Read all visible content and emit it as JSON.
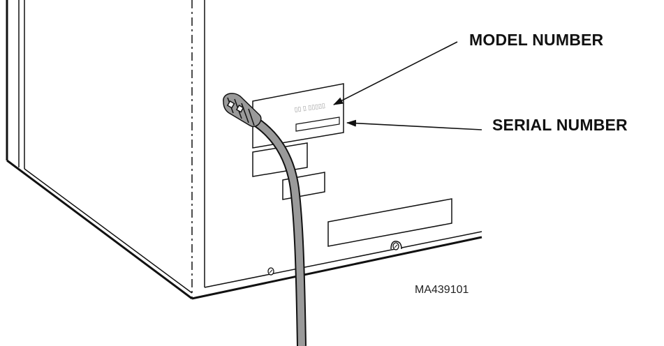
{
  "callouts": {
    "model_number": "MODEL NUMBER",
    "serial_number": "SERIAL NUMBER"
  },
  "figure_id": "MA439101",
  "colors": {
    "line": "#111111",
    "cord": "#9a9a9a",
    "background": "#ffffff"
  },
  "icons": {
    "screw": "screw-icon",
    "arrow": "arrow-icon",
    "plug": "power-plug-icon"
  }
}
